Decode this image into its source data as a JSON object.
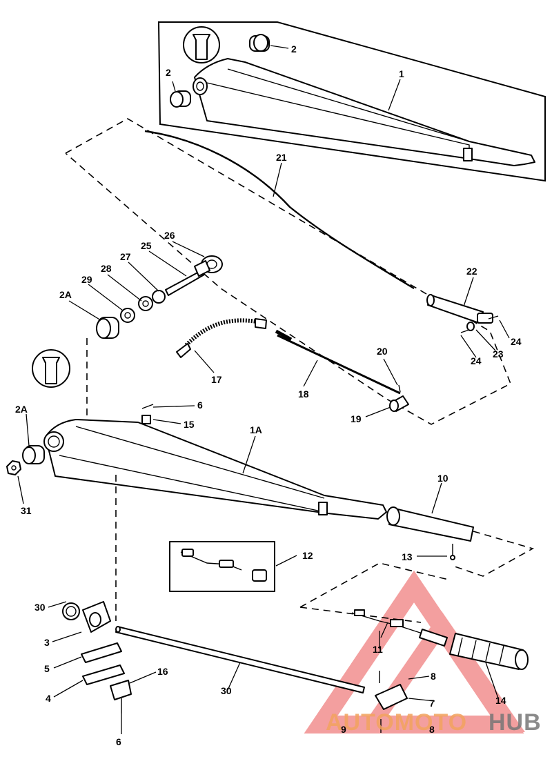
{
  "diagram": {
    "callouts": [
      {
        "id": "c-2-top",
        "text": "2"
      },
      {
        "id": "c-2-left",
        "text": "2"
      },
      {
        "id": "c-1",
        "text": "1"
      },
      {
        "id": "c-21",
        "text": "21"
      },
      {
        "id": "c-22",
        "text": "22"
      },
      {
        "id": "c-24a",
        "text": "24"
      },
      {
        "id": "c-23",
        "text": "23"
      },
      {
        "id": "c-24b",
        "text": "24"
      },
      {
        "id": "c-26",
        "text": "26"
      },
      {
        "id": "c-25",
        "text": "25"
      },
      {
        "id": "c-27",
        "text": "27"
      },
      {
        "id": "c-28",
        "text": "28"
      },
      {
        "id": "c-29",
        "text": "29"
      },
      {
        "id": "c-2A-top",
        "text": "2A"
      },
      {
        "id": "c-17",
        "text": "17"
      },
      {
        "id": "c-18",
        "text": "18"
      },
      {
        "id": "c-20",
        "text": "20"
      },
      {
        "id": "c-19",
        "text": "19"
      },
      {
        "id": "c-6-top",
        "text": "6"
      },
      {
        "id": "c-15",
        "text": "15"
      },
      {
        "id": "c-1A",
        "text": "1A"
      },
      {
        "id": "c-2A-bot",
        "text": "2A"
      },
      {
        "id": "c-31",
        "text": "31"
      },
      {
        "id": "c-10",
        "text": "10"
      },
      {
        "id": "c-13",
        "text": "13"
      },
      {
        "id": "c-12",
        "text": "12"
      },
      {
        "id": "c-30-left",
        "text": "30"
      },
      {
        "id": "c-3",
        "text": "3"
      },
      {
        "id": "c-5",
        "text": "5"
      },
      {
        "id": "c-4",
        "text": "4"
      },
      {
        "id": "c-16",
        "text": "16"
      },
      {
        "id": "c-30-rod",
        "text": "30"
      },
      {
        "id": "c-6-bot",
        "text": "6"
      },
      {
        "id": "c-11",
        "text": "11"
      },
      {
        "id": "c-8-top",
        "text": "8"
      },
      {
        "id": "c-7",
        "text": "7"
      },
      {
        "id": "c-14",
        "text": "14"
      },
      {
        "id": "c-9",
        "text": "9"
      },
      {
        "id": "c-8-bot",
        "text": "8"
      }
    ]
  },
  "watermark": {
    "word_a": "AUTOMOTO",
    "word_b": "HUB",
    "color_a": "#f2a35f",
    "color_b": "#777777",
    "triangle_color": "#f08080"
  }
}
